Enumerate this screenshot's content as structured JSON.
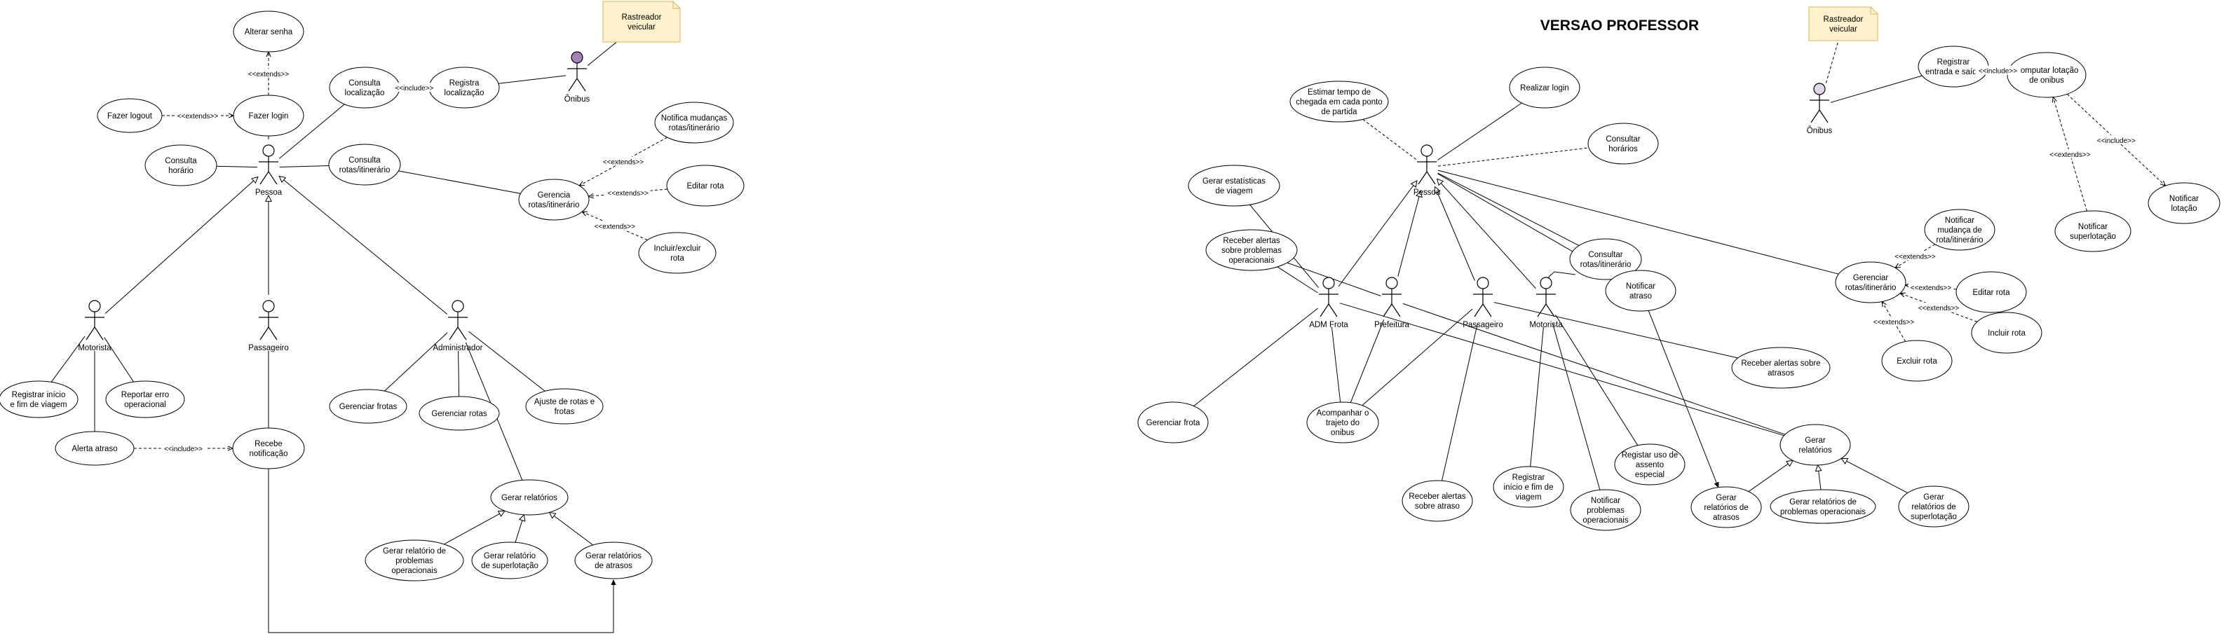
{
  "title": "VERSAO PROFESSOR",
  "colors": {
    "note_fill": "#fff2cc",
    "note_stroke": "#d6b656",
    "actor_purple": "#a680b8",
    "actor_light_purple": "#e1d5e7",
    "line": "#000000"
  },
  "stereotypes": {
    "extends": "<<extends>>",
    "include": "<<include>>"
  },
  "left": {
    "actors": [
      {
        "id": "pessoa",
        "label": "Pessoa"
      },
      {
        "id": "motorista",
        "label": "Motorista"
      },
      {
        "id": "passageiro",
        "label": "Passageiro"
      },
      {
        "id": "administrador",
        "label": "Administrador"
      },
      {
        "id": "onibus",
        "label": "Ônibus"
      }
    ],
    "note": {
      "label": "Rastreador veicular"
    },
    "use_cases": [
      {
        "id": "alterar-senha",
        "label": "Alterar senha"
      },
      {
        "id": "fazer-login",
        "label": "Fazer login"
      },
      {
        "id": "fazer-logout",
        "label": "Fazer logout"
      },
      {
        "id": "consulta-horario",
        "label": "Consulta horário"
      },
      {
        "id": "consulta-localizacao",
        "label": "Consulta localização"
      },
      {
        "id": "registra-localizacao",
        "label": "Registra localização"
      },
      {
        "id": "consulta-rotas",
        "label": "Consulta rotas/itinerário"
      },
      {
        "id": "gerencia-rotas",
        "label": "Gerencia rotas/itinerário"
      },
      {
        "id": "notifica-mudancas",
        "label": "Notifica mudanças rotas/itinerário"
      },
      {
        "id": "editar-rota",
        "label": "Editar rota"
      },
      {
        "id": "incluir-excluir",
        "label": "Incluir/excluir rota"
      },
      {
        "id": "registrar-inicio",
        "label": "Registrar início e fim de viagem"
      },
      {
        "id": "reportar-erro",
        "label": "Reportar erro operacional"
      },
      {
        "id": "alerta-atraso",
        "label": "Alerta atraso"
      },
      {
        "id": "recebe-notificacao",
        "label": "Recebe notificação"
      },
      {
        "id": "gerenciar-frotas",
        "label": "Gerenciar frotas"
      },
      {
        "id": "gerenciar-rotas",
        "label": "Gerenciar rotas"
      },
      {
        "id": "ajuste-rotas",
        "label": "Ajuste de rotas e frotas"
      },
      {
        "id": "gerar-relatorios",
        "label": "Gerar relatórios"
      },
      {
        "id": "rel-problemas",
        "label": "Gerar relatório de problemas operacionais"
      },
      {
        "id": "rel-superlotacao",
        "label": "Gerar relatório de superlotação"
      },
      {
        "id": "rel-atrasos",
        "label": "Gerar relatórios de atrasos"
      }
    ]
  },
  "right": {
    "actors": [
      {
        "id": "pessoa",
        "label": "Pessoa"
      },
      {
        "id": "adm-frota",
        "label": "ADM Frota"
      },
      {
        "id": "prefeitura",
        "label": "Prefeitura"
      },
      {
        "id": "passageiro",
        "label": "Passageiro"
      },
      {
        "id": "motorista",
        "label": "Motorista"
      },
      {
        "id": "onibus",
        "label": "Ônibus"
      }
    ],
    "note": {
      "label": "Rastreador veicular"
    },
    "use_cases": [
      {
        "id": "estimar-tempo",
        "label": "Estimar tempo de chegada em cada ponto de partida"
      },
      {
        "id": "realizar-login",
        "label": "Realizar login"
      },
      {
        "id": "consultar-horarios",
        "label": "Consultar horários"
      },
      {
        "id": "gerar-estatisticas",
        "label": "Gerar estatísticas de viagem"
      },
      {
        "id": "receber-alertas-problemas",
        "label": "Receber alertas sobre problemas operacionais"
      },
      {
        "id": "consultar-rotas",
        "label": "Consultar rotas/itinerário"
      },
      {
        "id": "notificar-atraso",
        "label": "Notificar atraso"
      },
      {
        "id": "gerenciar-rotas",
        "label": "Gerenciar rotas/itinerário"
      },
      {
        "id": "notificar-mudanca",
        "label": "Notificar mudança de rota/itinerário"
      },
      {
        "id": "editar-rota",
        "label": "Editar rota"
      },
      {
        "id": "incluir-rota",
        "label": "Incluir rota"
      },
      {
        "id": "excluir-rota",
        "label": "Excluir rota"
      },
      {
        "id": "registrar-entrada",
        "label": "Registrar entrada e saída"
      },
      {
        "id": "computar-lotacao",
        "label": "Computar lotação de onibus"
      },
      {
        "id": "notificar-superlotacao",
        "label": "Notificar superlotação"
      },
      {
        "id": "notificar-lotacao",
        "label": "Notificar lotação"
      },
      {
        "id": "receber-alertas-atrasos",
        "label": "Receber alertas sobre atrasos"
      },
      {
        "id": "gerenciar-frota",
        "label": "Gerenciar frota"
      },
      {
        "id": "acompanhar-trajeto",
        "label": "Acompanhar o trajeto do onibus"
      },
      {
        "id": "receber-alertas-atraso",
        "label": "Receber alertas sobre atraso"
      },
      {
        "id": "registrar-inicio",
        "label": "Registrar início e fim de viagem"
      },
      {
        "id": "notificar-problemas",
        "label": "Notificar problemas operacionais"
      },
      {
        "id": "registar-assento",
        "label": "Registar uso de assento especial"
      },
      {
        "id": "gerar-relatorios",
        "label": "Gerar relatórios"
      },
      {
        "id": "rel-atrasos",
        "label": "Gerar relatórios de atrasos"
      },
      {
        "id": "rel-problemas",
        "label": "Gerar relatórios de problemas operacionais"
      },
      {
        "id": "rel-superlotacao",
        "label": "Gerar relatórios de superlotação"
      }
    ]
  }
}
